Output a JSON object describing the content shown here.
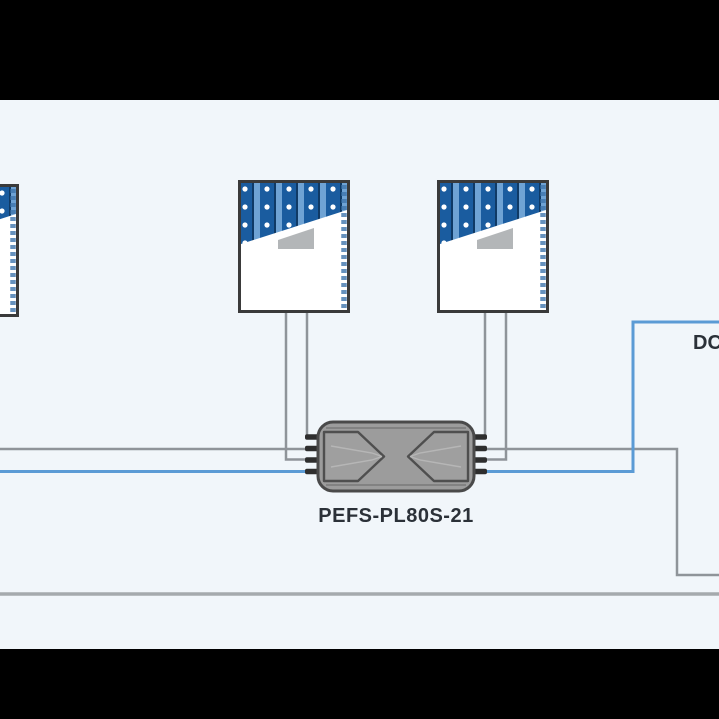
{
  "diagram": {
    "device": {
      "label": "PEFS-PL80S-21"
    },
    "output": {
      "dc_label": "DC"
    },
    "panels": [
      "solar-panel-left",
      "solar-panel-middle",
      "solar-panel-right"
    ]
  },
  "colors": {
    "bg": "#f1f6fa",
    "letterbox": "#000000",
    "panel-border": "#3a3a3a",
    "panel-stripe-dark": "#1a5c9f",
    "panel-stripe-light": "#6fa3d4",
    "device-fill": "#9c9c9c",
    "device-border": "#4a4a4a",
    "wire-gray": "#8f9499",
    "wire-blue": "#5b9bd5",
    "label-color": "#2b3138"
  }
}
